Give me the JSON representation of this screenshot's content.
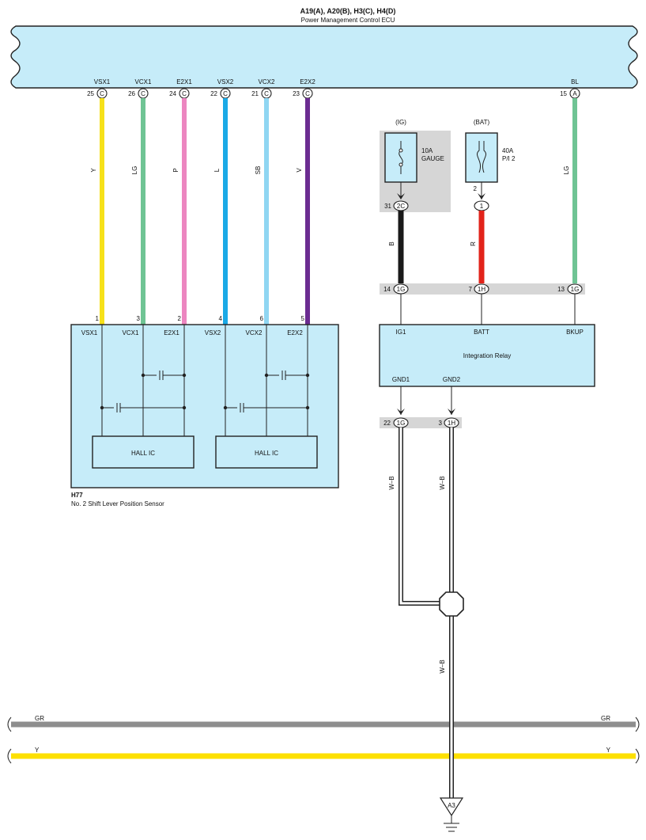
{
  "ecu": {
    "title": "A19(A), A20(B), H3(C), H4(D)",
    "subtitle": "Power Management Control ECU",
    "pins": [
      {
        "name": "VSX1",
        "pin": "25",
        "conn": "C"
      },
      {
        "name": "VCX1",
        "pin": "26",
        "conn": "C"
      },
      {
        "name": "E2X1",
        "pin": "24",
        "conn": "C"
      },
      {
        "name": "VSX2",
        "pin": "22",
        "conn": "C"
      },
      {
        "name": "VCX2",
        "pin": "21",
        "conn": "C"
      },
      {
        "name": "E2X2",
        "pin": "23",
        "conn": "C"
      },
      {
        "name": "BL",
        "pin": "15",
        "conn": "A"
      }
    ]
  },
  "wires": [
    {
      "code": "Y",
      "color": "#f6e11a"
    },
    {
      "code": "LG",
      "color": "#6fc494"
    },
    {
      "code": "P",
      "color": "#ec86c0"
    },
    {
      "code": "L",
      "color": "#1aa9e6"
    },
    {
      "code": "SB",
      "color": "#8fd6f2"
    },
    {
      "code": "V",
      "color": "#6b2c91"
    },
    {
      "code": "LG",
      "color": "#6fc494"
    },
    {
      "code": "B",
      "color": "#1a1a1a"
    },
    {
      "code": "R",
      "color": "#e2231a"
    },
    {
      "code": "W–B",
      "color": "#ffffff"
    },
    {
      "code": "W–B",
      "color": "#ffffff"
    },
    {
      "code": "W–B",
      "color": "#ffffff"
    }
  ],
  "sensor": {
    "code": "H77",
    "name": "No.  2 Shift Lever Position Sensor",
    "pin_numbers": [
      "1",
      "3",
      "2",
      "4",
      "6",
      "5"
    ],
    "pin_labels": [
      "VSX1",
      "VCX1",
      "E2X1",
      "VSX2",
      "VCX2",
      "E2X2"
    ],
    "ic_label": "HALL IC"
  },
  "fuses": [
    {
      "circuit": "(IG)",
      "rating": "10A",
      "name": "GAUGE",
      "in_pin": "31",
      "conn": "2C"
    },
    {
      "circuit": "(BAT)",
      "rating": "40A",
      "name": "P/I 2",
      "in_pin": "2",
      "conn": "1"
    }
  ],
  "relay": {
    "label": "Integration Relay",
    "top_pins": [
      {
        "label": "IG1",
        "num": "14",
        "conn": "1G"
      },
      {
        "label": "BATT",
        "num": "7",
        "conn": "1H"
      },
      {
        "label": "BKUP",
        "num": "13",
        "conn": "1G"
      }
    ],
    "bottom_pins": [
      {
        "label": "GND1",
        "num": "22",
        "conn": "1G"
      },
      {
        "label": "GND2",
        "num": "3",
        "conn": "1H"
      }
    ]
  },
  "bus": [
    {
      "code": "GR",
      "color": "#8e8e8e"
    },
    {
      "code": "Y",
      "color": "#fde000"
    }
  ],
  "ground": {
    "label": "A3"
  }
}
